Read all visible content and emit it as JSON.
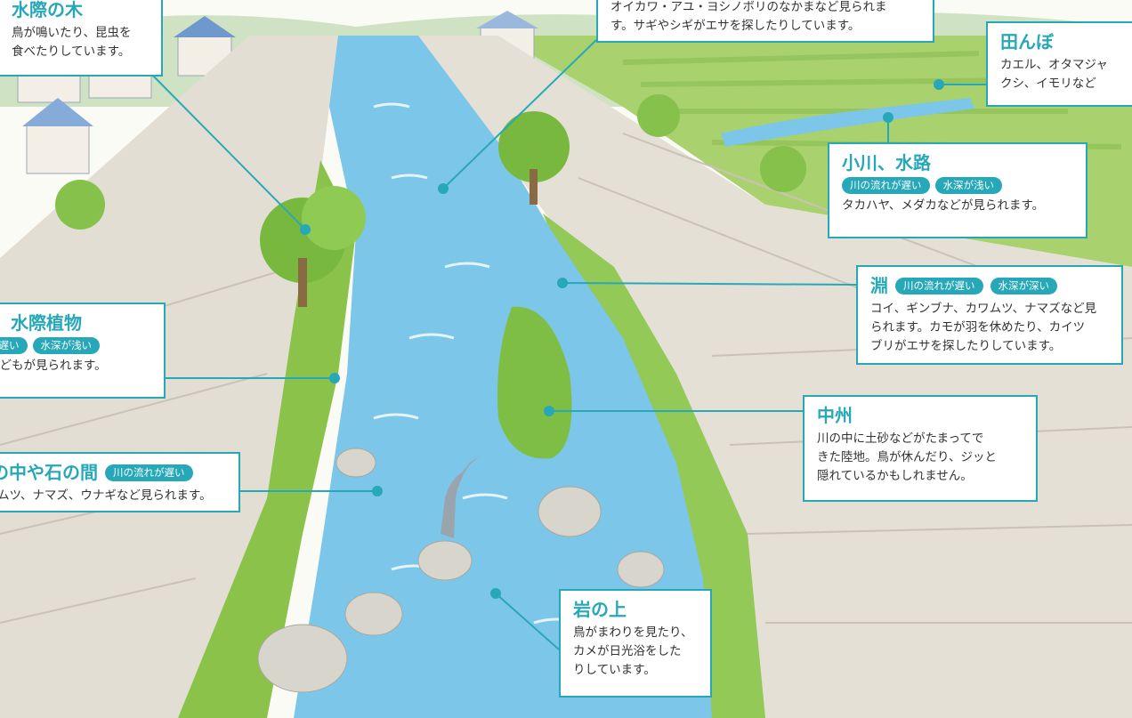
{
  "colors": {
    "accent": "#27a8b8",
    "water": "#7cc6ea",
    "grass": "#8bc34a",
    "stone": "#dedad0"
  },
  "callouts": {
    "mizugiwa_no_ki": {
      "title": "水際の木",
      "lines": [
        "鳥が鳴いたり、昆虫を",
        "食べたりしています。"
      ]
    },
    "seze": {
      "lines": [
        "オイカワ・アユ・ヨシノボリのなかまなど見られま",
        "す。サギやシギがエサを探したりしています。"
      ]
    },
    "tanbo": {
      "title": "田んぼ",
      "lines": [
        "カエル、オタマジャ",
        "クシ、イモリなど"
      ]
    },
    "ogawa": {
      "title": "小川、水路",
      "tags": [
        "川の流れが遅い",
        "水深が浅い"
      ],
      "lines": [
        "タカハヤ、メダカなどが見られます。"
      ]
    },
    "fuchi": {
      "title": "淵",
      "tags": [
        "川の流れが遅い",
        "水深が深い"
      ],
      "lines": [
        "コイ、ギンブナ、カワムツ、ナマズなど見",
        "られます。カモが羽を休めたり、カイツ",
        "ブリがエサを探したりしています。"
      ]
    },
    "mizugiwa_shokubutsu": {
      "title": "水際植物",
      "tags": [
        "川の流れが遅い",
        "水深が浅い"
      ],
      "lines": [
        "メダカ・子どもが見られます。"
      ]
    },
    "nakasu": {
      "title": "中州",
      "lines": [
        "川の中に土砂などがたまってで",
        "きた陸地。鳥が休んだり、ジッと",
        "隠れているかもしれません。"
      ]
    },
    "ishi": {
      "title": "石の中や石の間",
      "tags": [
        "川の流れが遅い"
      ],
      "lines": [
        "カワムツ、ナマズ、ウナギなど見られます。"
      ]
    },
    "iwa_no_ue": {
      "title": "岩の上",
      "lines": [
        "鳥がまわりを見たり、",
        "カメが日光浴をした",
        "りしています。"
      ]
    }
  }
}
